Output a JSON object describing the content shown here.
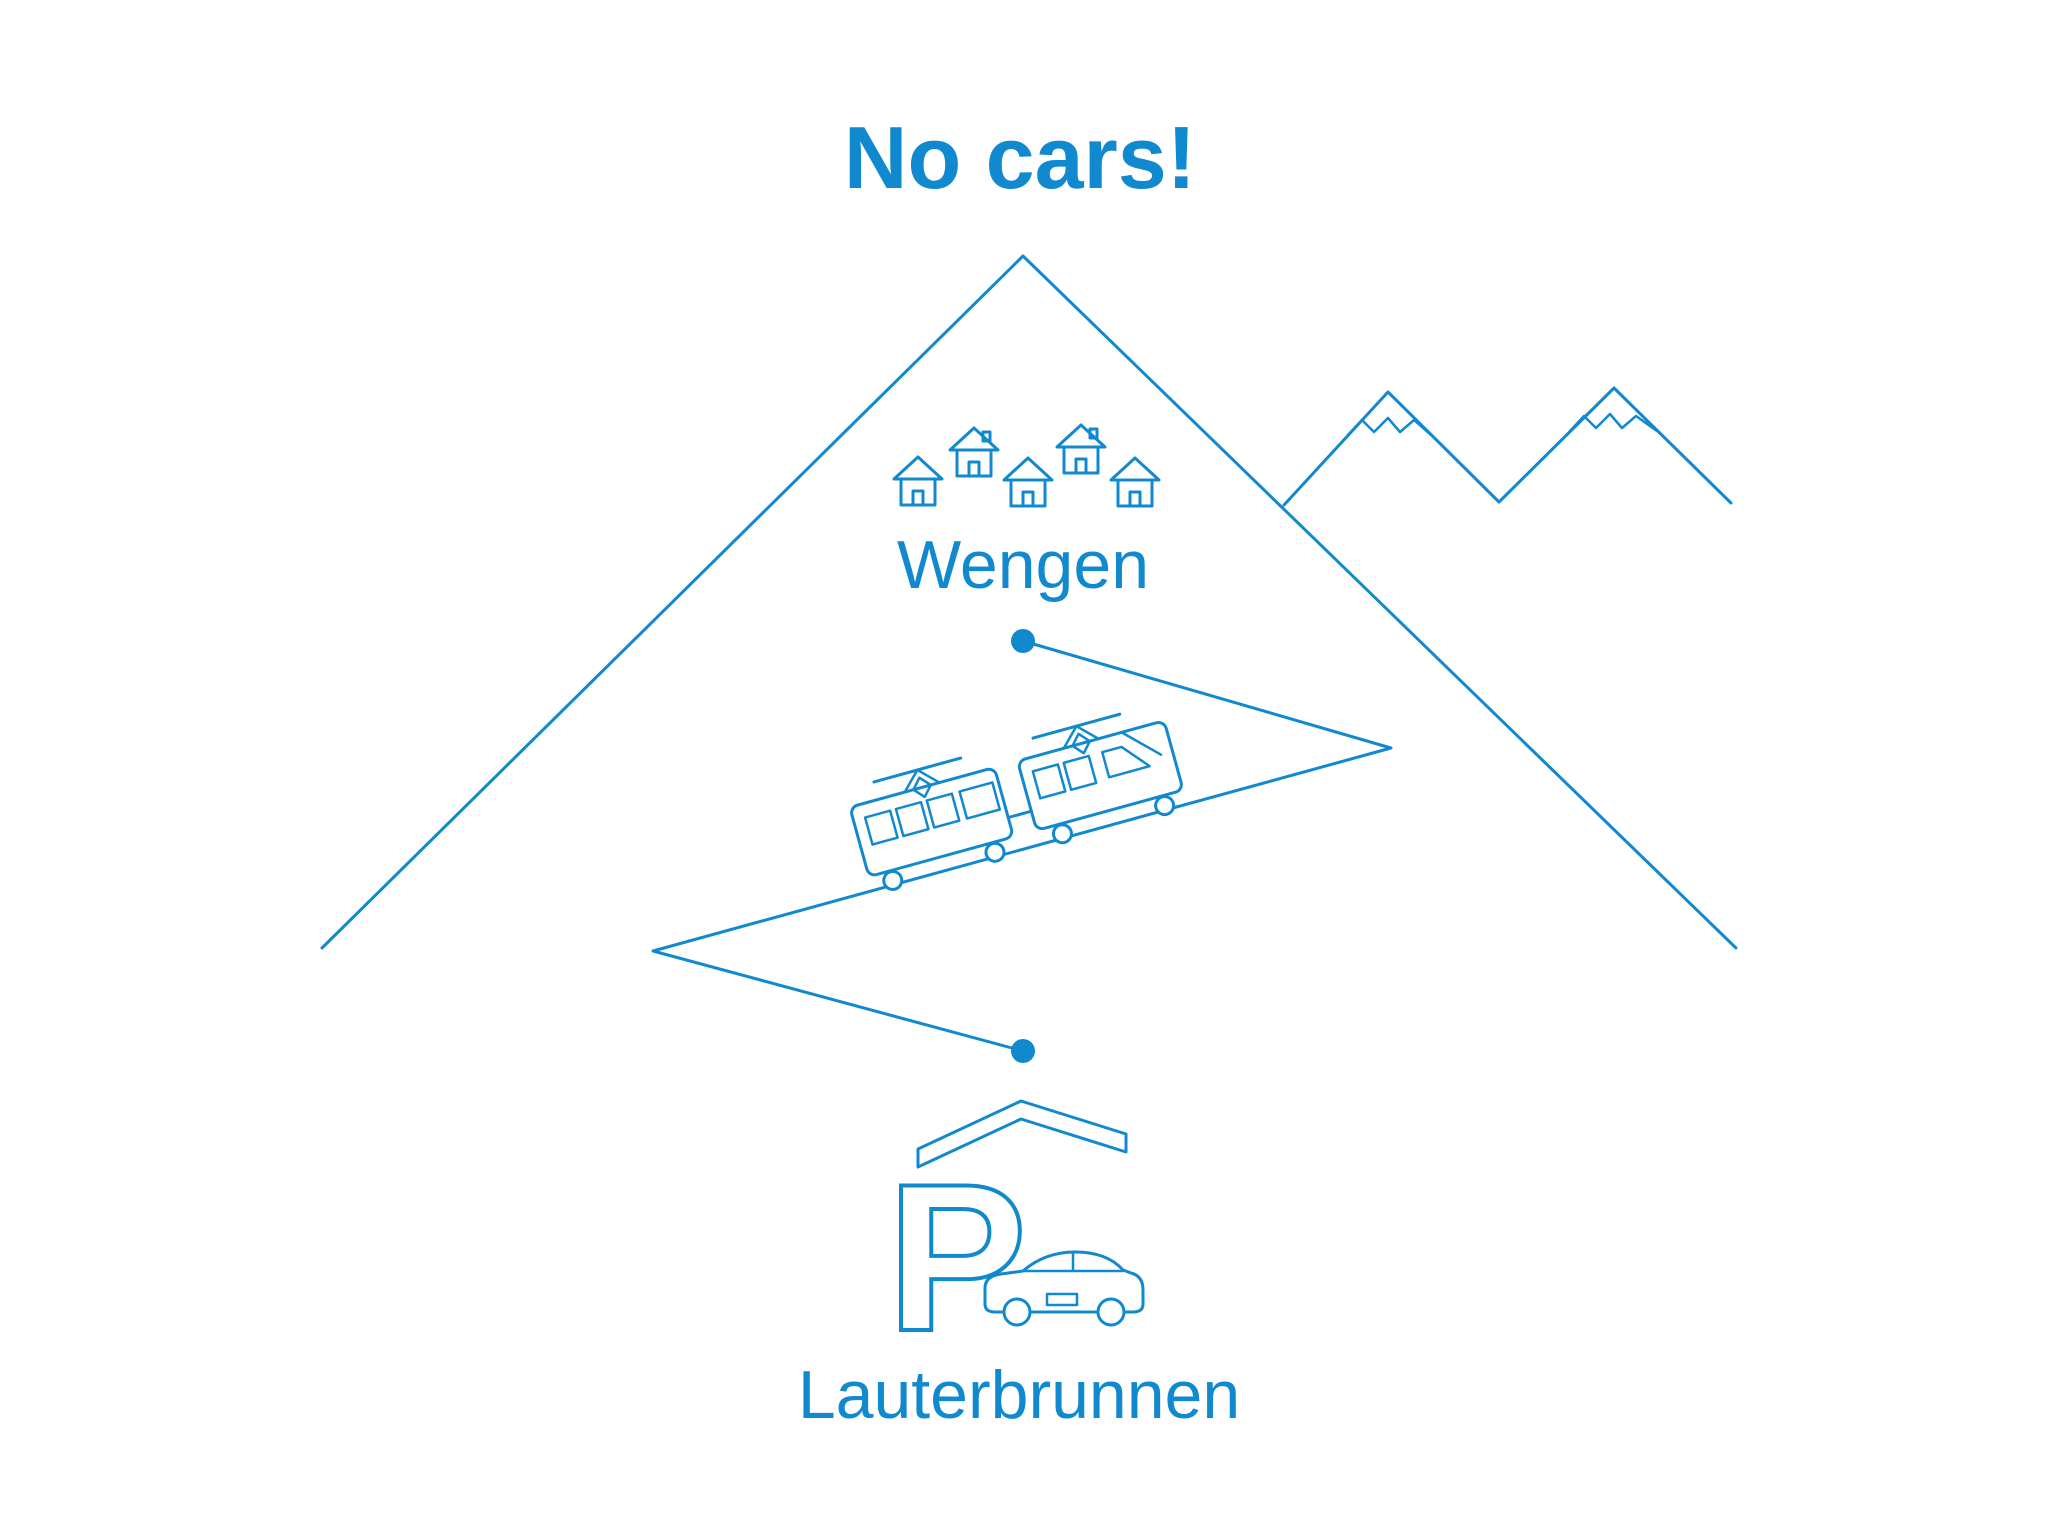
{
  "colors": {
    "accent": "#1189cf",
    "background": "#ffffff"
  },
  "title": {
    "text": "No cars!"
  },
  "mountain": {
    "top_label": "Wengen",
    "bottom_label": "Lauterbrunnen"
  },
  "parking": {
    "letter": "P"
  },
  "icons": {
    "houses": "village-house-icons",
    "train": "mountain-railway-train-icon",
    "peaks": "snow-capped-peaks-icon",
    "parking_garage": "parking-garage-icon",
    "car": "car-icon",
    "station_dots": "station-dot"
  }
}
